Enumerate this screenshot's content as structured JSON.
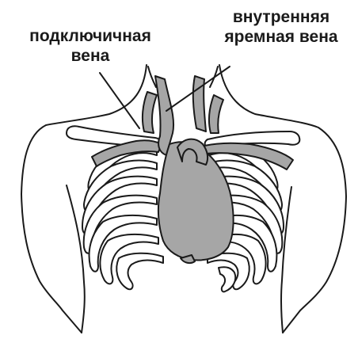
{
  "labels": {
    "subclavian_vein": {
      "line1": "подключичная",
      "line2": "вена"
    },
    "internal_jugular_vein": {
      "line1": "внутренняя",
      "line2": "яремная вена"
    }
  },
  "colors": {
    "outline": "#1a1a1a",
    "vessel_fill": "#a6a6a6",
    "background": "#ffffff"
  }
}
